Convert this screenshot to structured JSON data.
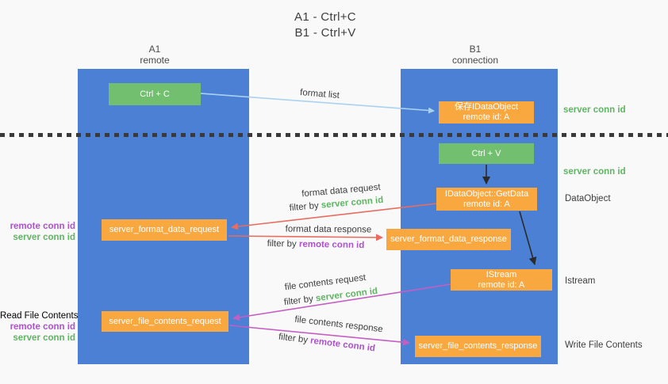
{
  "title": {
    "line1": "A1 - Ctrl+C",
    "line2": "B1 - Ctrl+V"
  },
  "lanes": {
    "a1": {
      "title": "A1",
      "subtitle": "remote"
    },
    "b1": {
      "title": "B1",
      "subtitle": "connection"
    }
  },
  "nodes": {
    "ctrl_c": {
      "label": "Ctrl + C"
    },
    "ctrl_v": {
      "label": "Ctrl + V"
    },
    "save_dataobject": {
      "line1": "保存IDataObject",
      "line2": "remote id: A"
    },
    "getdata": {
      "line1": "IDataObject::GetData",
      "line2": "remote id: A"
    },
    "istream": {
      "line1": "IStream",
      "line2": "remote id: A"
    },
    "format_request": {
      "label": "server_format_data_request"
    },
    "format_response": {
      "label": "server_format_data_response"
    },
    "file_request": {
      "label": "server_file_contents_request"
    },
    "file_response": {
      "label": "server_file_contents_response"
    }
  },
  "flow_labels": {
    "format_list": "format list",
    "format_data_request": "format data request",
    "format_data_response": "format data response",
    "file_contents_request": "file contents request",
    "file_contents_response": "file contents response",
    "filter_by": "filter by ",
    "server_conn_id": "server conn id",
    "remote_conn_id": "remote conn id"
  },
  "side_labels": {
    "server_conn_id_top": "server conn id",
    "server_conn_id_mid": "server conn id",
    "dataobject": "DataObject",
    "istream": "Istream",
    "write_file_contents": "Write File Contents",
    "read_file_contents": "Read File Contents",
    "remote_conn_id_1": "remote conn id",
    "server_conn_id_1": "server conn id",
    "remote_conn_id_2": "remote conn id",
    "server_conn_id_2": "server conn id"
  },
  "colors": {
    "bg": "#f9f9f9",
    "lane_blue": "#4b80d5",
    "node_green": "#72bf6f",
    "node_orange": "#f9a840",
    "arrow_red": "#e96c60",
    "arrow_magenta": "#c55ec2",
    "arrow_lightblue": "#a8d2f0",
    "arrow_black": "#2b2b2b",
    "text_green": "#5eb562",
    "text_purple": "#ad52cd",
    "text_dark": "#3d3d3d"
  }
}
